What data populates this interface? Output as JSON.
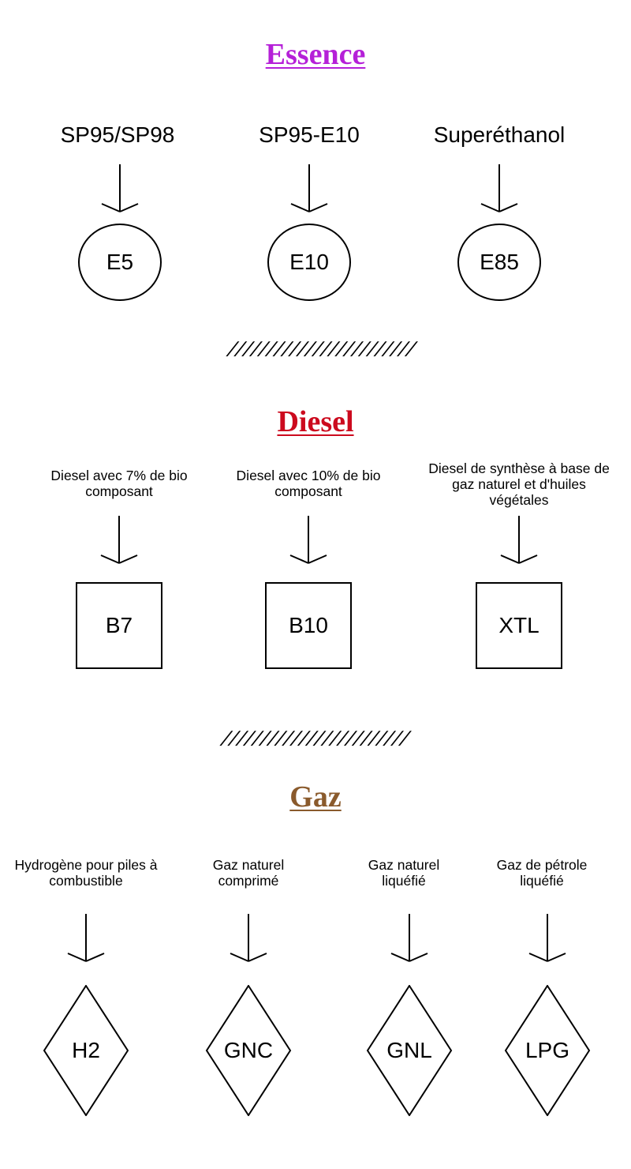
{
  "sections": {
    "essence": {
      "title": "Essence",
      "color": "#b520d8",
      "items": [
        {
          "name": "SP95/SP98",
          "code": "E5"
        },
        {
          "name": "SP95-E10",
          "code": "E10"
        },
        {
          "name": "Superéthanol",
          "code": "E85"
        }
      ]
    },
    "diesel": {
      "title": "Diesel",
      "color": "#cc0a1e",
      "items": [
        {
          "name": "Diesel avec 7% de bio composant",
          "code": "B7"
        },
        {
          "name": "Diesel avec 10% de bio composant",
          "code": "B10"
        },
        {
          "name": "Diesel de synthèse à base de gaz naturel et d'huiles végétales",
          "code": "XTL"
        }
      ]
    },
    "gaz": {
      "title": "Gaz",
      "color": "#8a5a2c",
      "items": [
        {
          "name": "Hydrogène pour piles à combustible",
          "code": "H2"
        },
        {
          "name": "Gaz naturel comprimé",
          "code": "GNC"
        },
        {
          "name": "Gaz naturel liquéfié",
          "code": "GNL"
        },
        {
          "name": "Gaz de pétrole liquéfié",
          "code": "LPG"
        }
      ]
    }
  },
  "separator": "////////////////////////"
}
